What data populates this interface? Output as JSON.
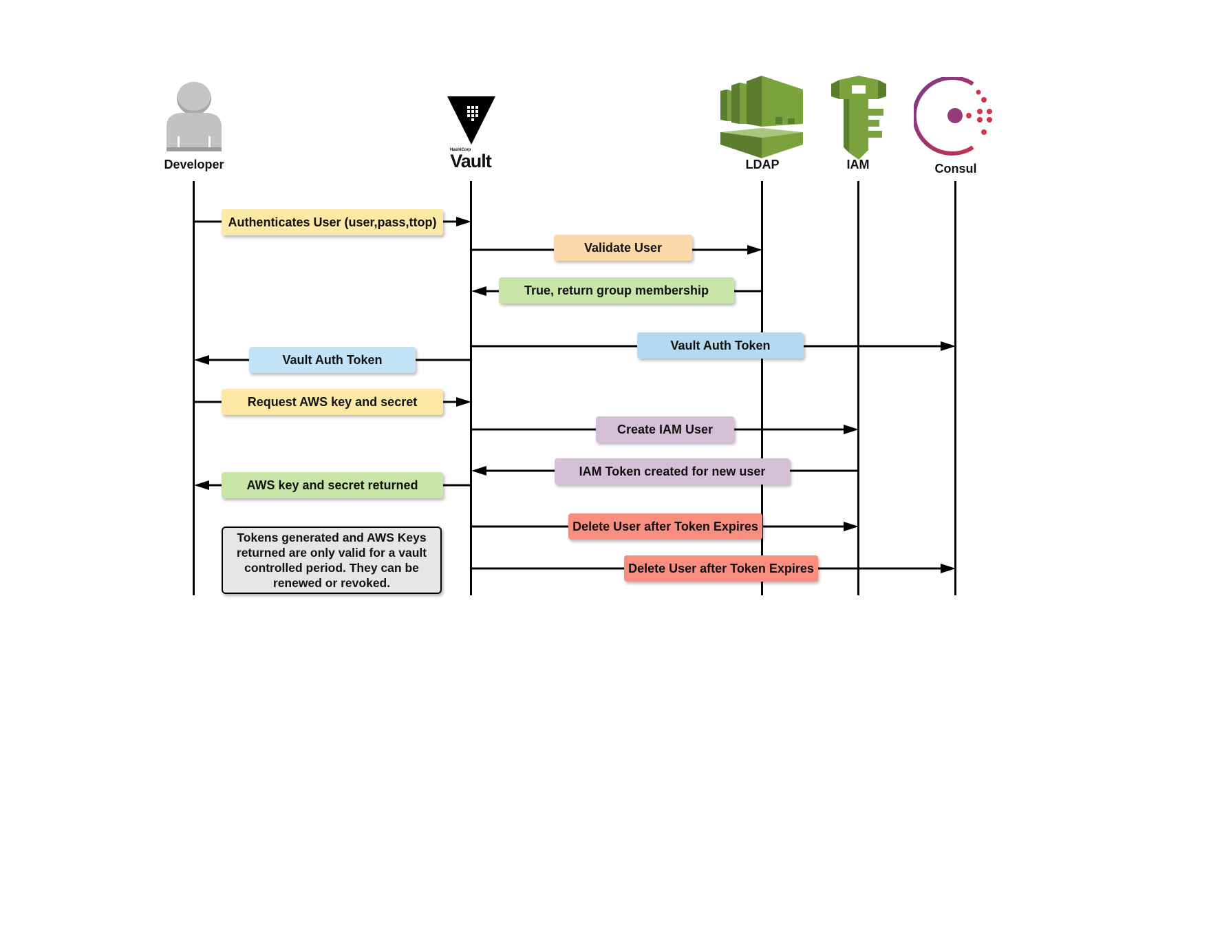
{
  "actors": [
    {
      "id": "developer",
      "label": "Developer",
      "icon": "person-icon"
    },
    {
      "id": "vault",
      "label": "Vault",
      "icon": "vault-logo-icon",
      "logo_small_text": "HashiCorp"
    },
    {
      "id": "ldap",
      "label": "LDAP",
      "icon": "aws-directory-service-icon"
    },
    {
      "id": "iam",
      "label": "IAM",
      "icon": "aws-iam-key-icon"
    },
    {
      "id": "consul",
      "label": "Consul",
      "icon": "consul-logo-icon"
    }
  ],
  "messages": [
    {
      "text": "Authenticates User (user,pass,ttop)",
      "from": "developer",
      "to": "vault",
      "color": "#fde9a6"
    },
    {
      "text": "Validate User",
      "from": "vault",
      "to": "ldap",
      "color": "#fbd8a8"
    },
    {
      "text": "True, return group membership",
      "from": "ldap",
      "to": "vault",
      "color": "#c8e6a8"
    },
    {
      "text": "Vault Auth Token",
      "from": "vault",
      "to": "consul",
      "color": "#b6d9f2"
    },
    {
      "text": "Vault Auth Token",
      "from": "vault",
      "to": "developer",
      "color": "#c2e3f5"
    },
    {
      "text": "Request AWS key and secret",
      "from": "developer",
      "to": "vault",
      "color": "#fde9a6"
    },
    {
      "text": "Create IAM User",
      "from": "vault",
      "to": "iam",
      "color": "#d6c0d8"
    },
    {
      "text": "IAM Token created for new user",
      "from": "iam",
      "to": "vault",
      "color": "#d6c0d8"
    },
    {
      "text": "AWS key and secret returned",
      "from": "vault",
      "to": "developer",
      "color": "#c8e6a8"
    },
    {
      "text": "Delete User after Token Expires",
      "from": "vault",
      "to": "iam",
      "color": "#f88e80"
    },
    {
      "text": "Delete User after Token Expires",
      "from": "vault",
      "to": "consul",
      "color": "#f88e80"
    }
  ],
  "note": {
    "text": "Tokens generated and AWS Keys returned are only valid for a vault controlled period. They can be renewed or revoked."
  },
  "colors": {
    "line": "#000000",
    "aws_green_dark": "#5b7d2e",
    "aws_green": "#7aa33e",
    "aws_green_light": "#a8c77e",
    "consul_purple": "#96387a",
    "consul_red": "#d0334c",
    "person_gray": "#c2c2c2"
  }
}
